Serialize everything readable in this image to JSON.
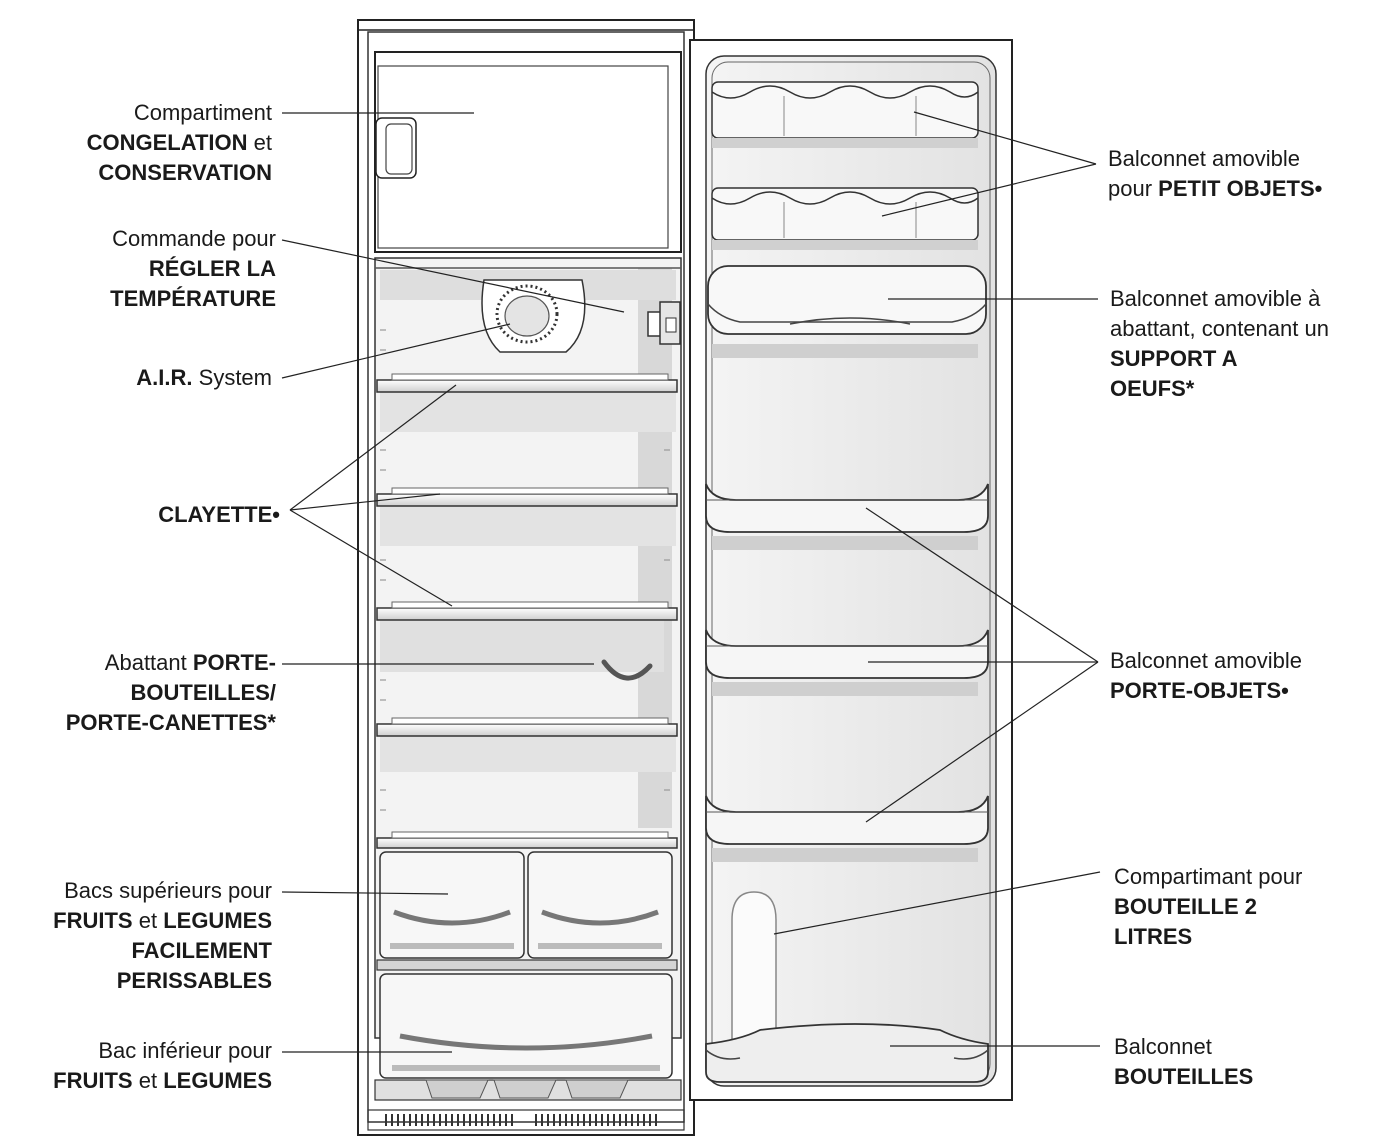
{
  "labels_left": [
    {
      "id": "freezer",
      "lines": [
        [
          {
            "t": "Compartiment",
            "b": false
          }
        ],
        [
          {
            "t": "CONGELATION",
            "b": true
          },
          {
            "t": " et",
            "b": false
          }
        ],
        [
          {
            "t": "CONSERVATION",
            "b": true
          }
        ]
      ]
    },
    {
      "id": "temp",
      "lines": [
        [
          {
            "t": "Commande pour",
            "b": false
          }
        ],
        [
          {
            "t": "RÉGLER LA",
            "b": true
          }
        ],
        [
          {
            "t": "TEMPÉRATURE",
            "b": true
          }
        ]
      ]
    },
    {
      "id": "air",
      "lines": [
        [
          {
            "t": "A.I.R.",
            "b": true
          },
          {
            "t": " System",
            "b": false
          }
        ]
      ]
    },
    {
      "id": "clayette",
      "lines": [
        [
          {
            "t": "CLAYETTE",
            "b": true
          },
          {
            "t": "•",
            "b": true
          }
        ]
      ]
    },
    {
      "id": "abattant",
      "lines": [
        [
          {
            "t": "Abattant  ",
            "b": false
          },
          {
            "t": "PORTE-",
            "b": true
          }
        ],
        [
          {
            "t": "BOUTEILLES/",
            "b": true
          }
        ],
        [
          {
            "t": "PORTE-CANETTES*",
            "b": true
          }
        ]
      ]
    },
    {
      "id": "bacs-sup",
      "lines": [
        [
          {
            "t": "Bacs supérieurs pour",
            "b": false
          }
        ],
        [
          {
            "t": "FRUITS",
            "b": true
          },
          {
            "t": " et ",
            "b": false
          },
          {
            "t": "LEGUMES",
            "b": true
          }
        ],
        [
          {
            "t": "FACILEMENT",
            "b": true
          }
        ],
        [
          {
            "t": "PERISSABLES",
            "b": true
          }
        ]
      ]
    },
    {
      "id": "bac-inf",
      "lines": [
        [
          {
            "t": "Bac inférieur pour",
            "b": false
          }
        ],
        [
          {
            "t": "FRUITS",
            "b": true
          },
          {
            "t": " et ",
            "b": false
          },
          {
            "t": "LEGUMES",
            "b": true
          }
        ]
      ]
    }
  ],
  "labels_right": [
    {
      "id": "petit-objets",
      "lines": [
        [
          {
            "t": "Balconnet amovible",
            "b": false
          }
        ],
        [
          {
            "t": "pour ",
            "b": false
          },
          {
            "t": "PETIT OBJETS•",
            "b": true
          }
        ]
      ]
    },
    {
      "id": "oeufs",
      "lines": [
        [
          {
            "t": "Balconnet amovible à",
            "b": false
          }
        ],
        [
          {
            "t": "abattant, contenant un",
            "b": false
          }
        ],
        [
          {
            "t": "SUPPORT A",
            "b": true
          }
        ],
        [
          {
            "t": "OEUFS*",
            "b": true
          }
        ]
      ]
    },
    {
      "id": "porte-objets",
      "lines": [
        [
          {
            "t": "Balconnet amovible",
            "b": false
          }
        ],
        [
          {
            "t": "PORTE-OBJETS•",
            "b": true
          }
        ]
      ]
    },
    {
      "id": "bouteille2l",
      "lines": [
        [
          {
            "t": "Compartimant pour",
            "b": false
          }
        ],
        [
          {
            "t": "BOUTEILLE 2",
            "b": true
          }
        ],
        [
          {
            "t": "LITRES",
            "b": true
          }
        ]
      ]
    },
    {
      "id": "bouteilles",
      "lines": [
        [
          {
            "t": "Balconnet",
            "b": false
          }
        ],
        [
          {
            "t": "BOUTEILLES",
            "b": true
          }
        ]
      ]
    }
  ],
  "colors": {
    "line": "#222222",
    "shelf": "#d9d9d9",
    "interior": "#ececec",
    "outline": "#333333"
  }
}
